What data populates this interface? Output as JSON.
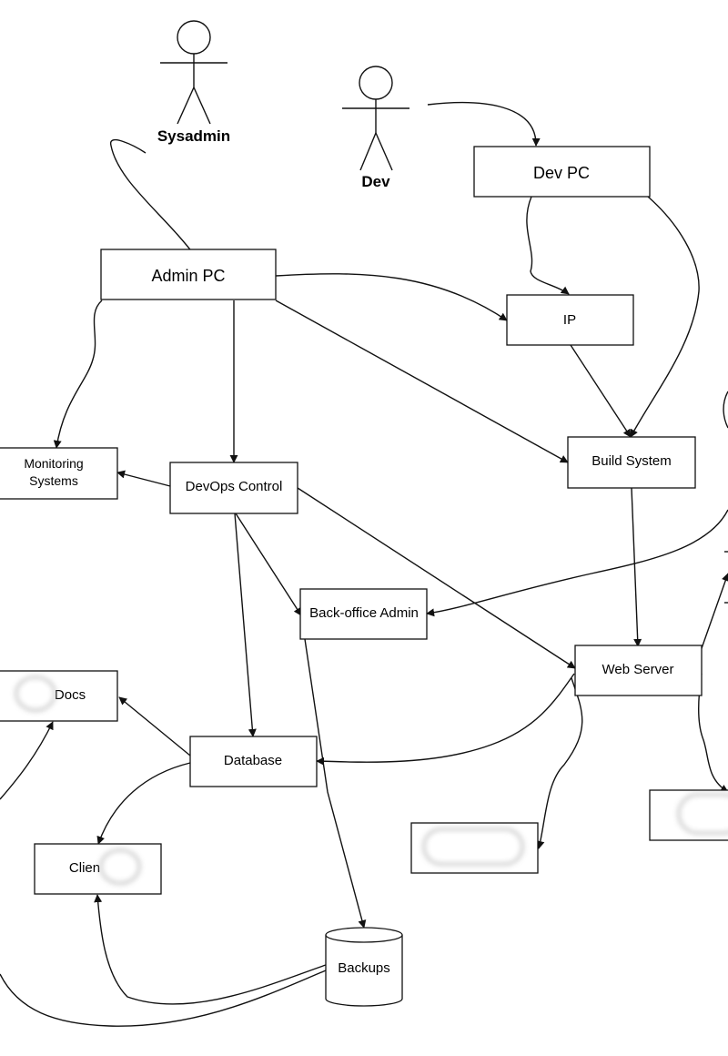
{
  "actors": {
    "sysadmin": {
      "label": "Sysadmin"
    },
    "dev": {
      "label": "Dev"
    }
  },
  "nodes": {
    "dev_pc": {
      "label": "Dev PC"
    },
    "admin_pc": {
      "label": "Admin PC"
    },
    "ip": {
      "label": "IP"
    },
    "monitoring": {
      "label_line1": "Monitoring",
      "label_line2": "Systems"
    },
    "devops": {
      "label": "DevOps Control"
    },
    "build": {
      "label": "Build System"
    },
    "backoffice": {
      "label": "Back-office Admin"
    },
    "webserver": {
      "label": "Web Server"
    },
    "docs": {
      "label": "Docs"
    },
    "database": {
      "label": "Database"
    },
    "client": {
      "label": "Clien"
    },
    "backups": {
      "label": "Backups"
    }
  },
  "colors": {
    "stroke": "#111111",
    "redaction": "#3c3c3c",
    "background": "#ffffff"
  }
}
